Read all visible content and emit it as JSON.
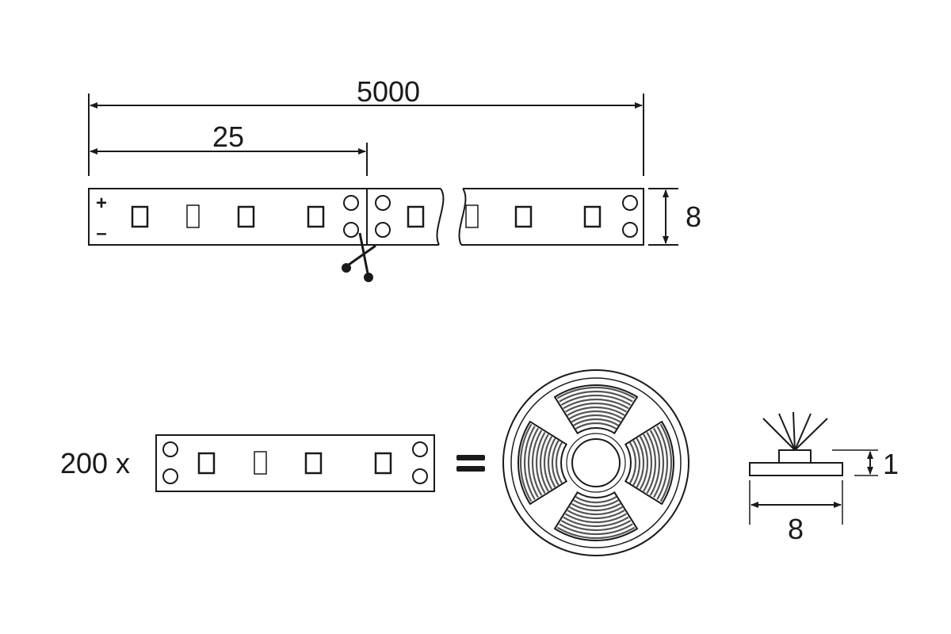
{
  "dimensions": {
    "total_length": "5000",
    "cut_segment": "25",
    "strip_width": "8",
    "profile_height": "1",
    "profile_width": "8"
  },
  "polarity": {
    "positive": "+",
    "negative": "–"
  },
  "equation": {
    "multiplier": "200 x",
    "equals": "="
  },
  "icons": [
    "scissors-icon",
    "reel-icon",
    "led-chip-icon",
    "solder-pad-icon"
  ],
  "colors": {
    "line": "#1a1a1a",
    "reel": "#555555",
    "background": "#ffffff"
  }
}
